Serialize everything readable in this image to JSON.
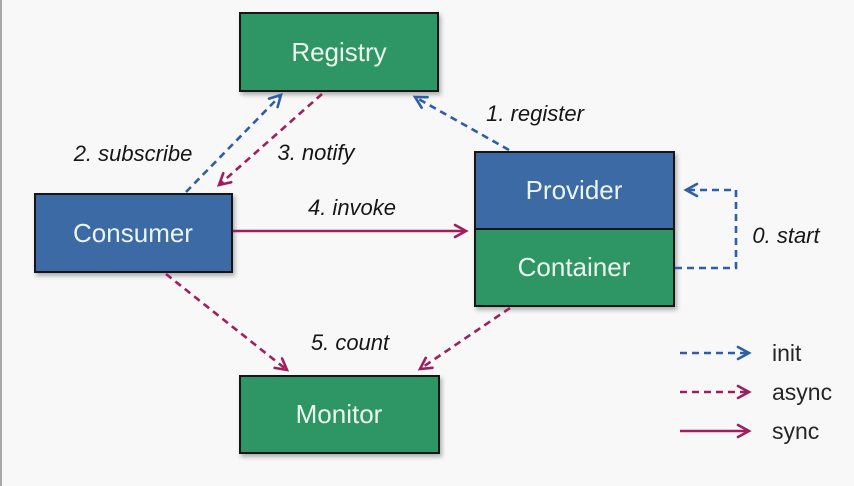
{
  "nodes": {
    "registry": {
      "label": "Registry"
    },
    "consumer": {
      "label": "Consumer"
    },
    "provider": {
      "label": "Provider"
    },
    "container": {
      "label": "Container"
    },
    "monitor": {
      "label": "Monitor"
    }
  },
  "edges": {
    "start": {
      "label": "0. start",
      "type": "init",
      "from": "container",
      "to": "provider"
    },
    "register": {
      "label": "1. register",
      "type": "init",
      "from": "provider",
      "to": "registry"
    },
    "subscribe": {
      "label": "2. subscribe",
      "type": "init",
      "from": "consumer",
      "to": "registry"
    },
    "notify": {
      "label": "3. notify",
      "type": "async",
      "from": "registry",
      "to": "consumer"
    },
    "invoke": {
      "label": "4. invoke",
      "type": "sync",
      "from": "consumer",
      "to": "provider"
    },
    "count": {
      "label": "5. count",
      "type": "async",
      "from": "consumer-and-provider",
      "to": "monitor"
    }
  },
  "legend": [
    {
      "label": "init",
      "style": "dashed",
      "color": "#2e5ea6"
    },
    {
      "label": "async",
      "style": "dashed",
      "color": "#9d1f5d"
    },
    {
      "label": "sync",
      "style": "solid",
      "color": "#9d1f5d"
    }
  ],
  "colors": {
    "green": "#2f9665",
    "blue": "#3a6aa4",
    "init_arrow": "#2e5ea6",
    "async_arrow": "#9d1f5d",
    "sync_arrow": "#9d1f5d",
    "background": "#f8f8f8"
  }
}
